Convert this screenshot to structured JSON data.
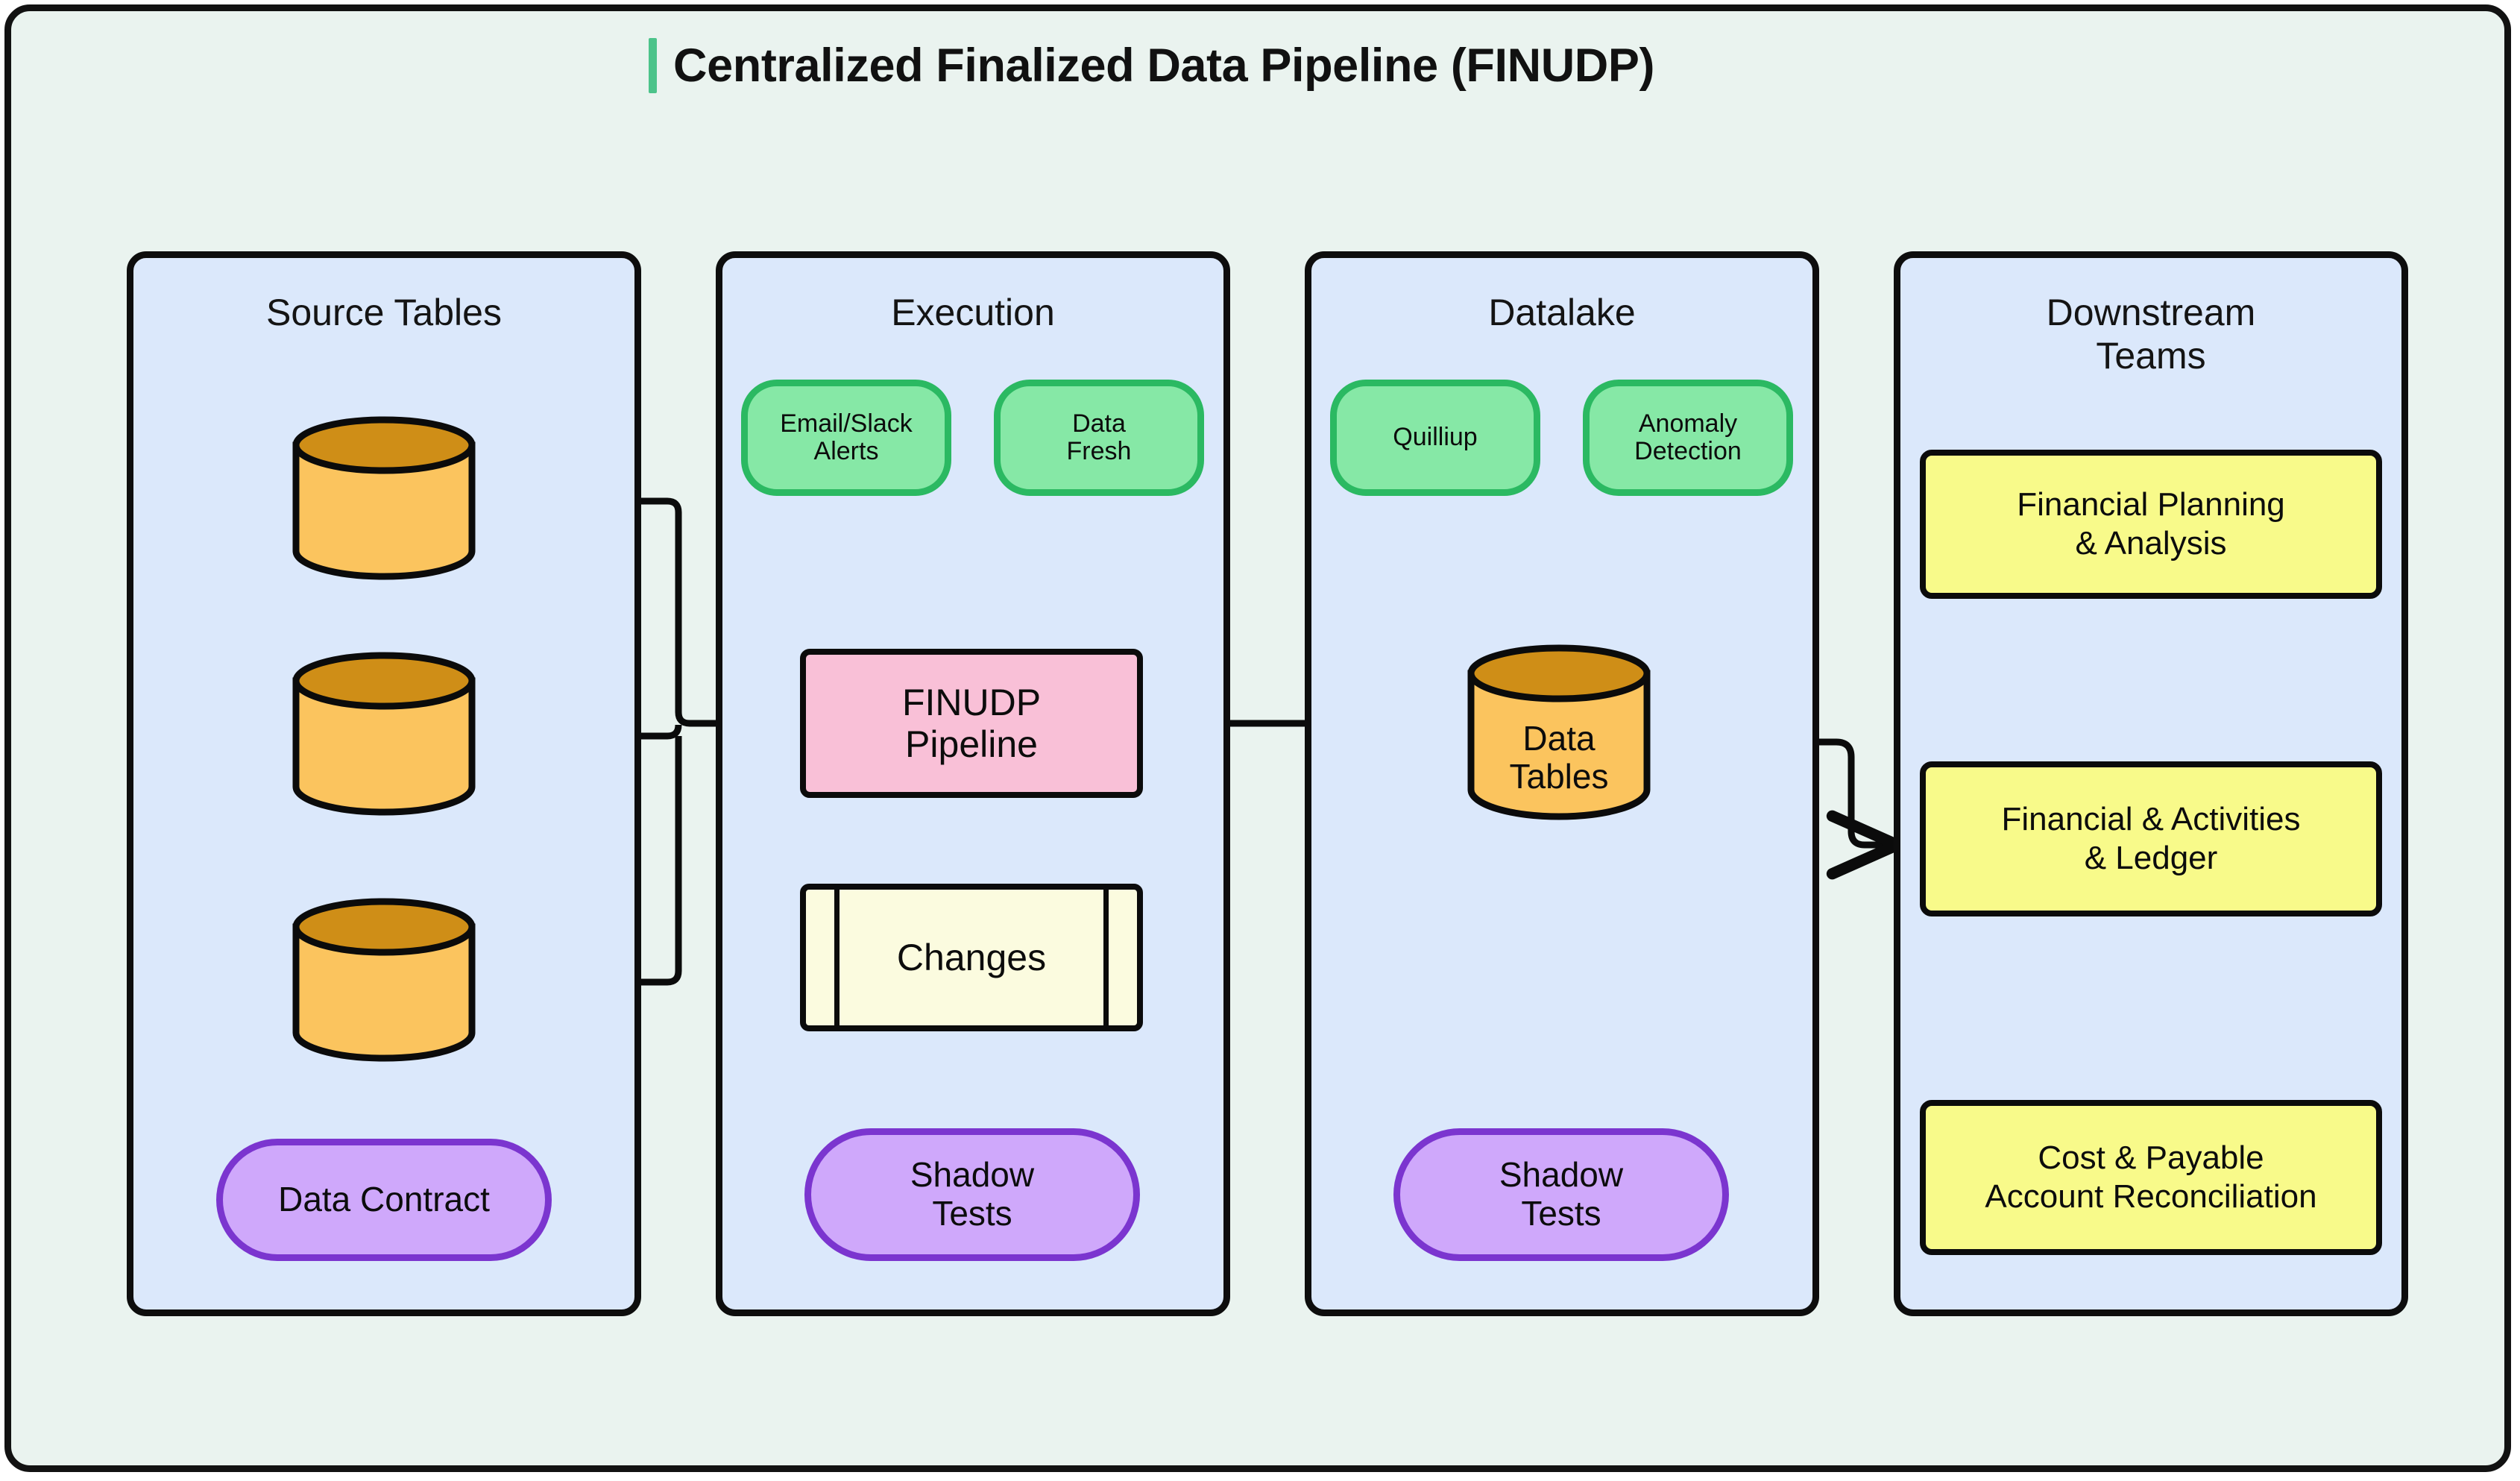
{
  "page": {
    "title": "Centralized Finalized Data Pipeline (FINUDP)",
    "accent_color": "#4cc38a",
    "canvas_background": "#eaf3ef",
    "lane_background": "#dbe8fb"
  },
  "lanes": [
    {
      "id": "source-tables",
      "title": "Source Tables"
    },
    {
      "id": "execution",
      "title": "Execution"
    },
    {
      "id": "datalake",
      "title": "Datalake"
    },
    {
      "id": "downstream-teams",
      "title": "Downstream\nTeams",
      "title_line1": "Downstream",
      "title_line2": "Teams"
    }
  ],
  "source_tables": {
    "databases": [
      {
        "label": ""
      },
      {
        "label": ""
      },
      {
        "label": ""
      }
    ],
    "data_contract": {
      "label": "Data Contract",
      "fill": "#cfa8fb",
      "stroke": "#7b35cf"
    }
  },
  "execution": {
    "monitors": [
      {
        "label": "Email/Slack\nAlerts",
        "line1": "Email/Slack",
        "line2": "Alerts",
        "fill": "#86e8a6",
        "stroke": "#2bb962"
      },
      {
        "label": "Data\nFresh",
        "line1": "Data",
        "line2": "Fresh",
        "fill": "#86e8a6",
        "stroke": "#2bb962"
      }
    ],
    "pipeline": {
      "label": "FINUDP\nPipeline",
      "line1": "FINUDP",
      "line2": "Pipeline",
      "fill": "#f9c0d7"
    },
    "changes": {
      "label": "Changes",
      "fill": "#fbfbdf"
    },
    "shadow_tests": {
      "label": "Shadow\nTests",
      "line1": "Shadow",
      "line2": "Tests",
      "fill": "#cfa8fb",
      "stroke": "#7b35cf"
    }
  },
  "datalake": {
    "monitors": [
      {
        "label": "Quilliup",
        "line1": "Quilliup",
        "line2": "",
        "fill": "#86e8a6",
        "stroke": "#2bb962"
      },
      {
        "label": "Anomaly\nDetection",
        "line1": "Anomaly",
        "line2": "Detection",
        "fill": "#86e8a6",
        "stroke": "#2bb962"
      }
    ],
    "data_tables": {
      "label": "Data\nTables",
      "line1": "Data",
      "line2": "Tables",
      "fill_body": "#fbc45e",
      "fill_top": "#cf8e17"
    },
    "shadow_tests": {
      "label": "Shadow\nTests",
      "line1": "Shadow",
      "line2": "Tests",
      "fill": "#cfa8fb",
      "stroke": "#7b35cf"
    }
  },
  "downstream_teams": {
    "cards": [
      {
        "label": "Financial Planning\n& Analysis",
        "line1": "Financial Planning",
        "line2": "& Analysis",
        "fill": "#f8fa8a"
      },
      {
        "label": "Financial & Activities\n& Ledger",
        "line1": "Financial & Activities",
        "line2": "& Ledger",
        "fill": "#f8fa8a"
      },
      {
        "label": "Cost & Payable\nAccount Reconciliation",
        "line1": "Cost & Payable",
        "line2": "Account Reconciliation",
        "fill": "#f8fa8a"
      }
    ]
  },
  "edges": [
    {
      "from": "data-contract",
      "to": "source-db-1",
      "arrow": true
    },
    {
      "from": "data-contract",
      "to": "source-db-2",
      "arrow": true
    },
    {
      "from": "data-contract",
      "to": "source-db-3",
      "arrow": true
    },
    {
      "from": "source-db-1",
      "to": "finudp-pipeline",
      "arrow": true
    },
    {
      "from": "source-db-2",
      "to": "finudp-pipeline",
      "arrow": true
    },
    {
      "from": "source-db-3",
      "to": "finudp-pipeline",
      "arrow": true
    },
    {
      "from": "email-slack-alerts",
      "to": "finudp-pipeline",
      "arrow": true
    },
    {
      "from": "data-fresh",
      "to": "finudp-pipeline",
      "arrow": true
    },
    {
      "from": "execution-shadow-tests",
      "to": "changes",
      "arrow": true
    },
    {
      "from": "changes",
      "to": "finudp-pipeline",
      "arrow": true
    },
    {
      "from": "finudp-pipeline",
      "to": "data-tables",
      "arrow": true
    },
    {
      "from": "quilliup",
      "to": "data-tables",
      "arrow": true
    },
    {
      "from": "anomaly-detection",
      "to": "data-tables",
      "arrow": true
    },
    {
      "from": "datalake-shadow-tests",
      "to": "data-tables",
      "arrow": true
    },
    {
      "from": "data-tables",
      "to": "financial-activities-ledger",
      "arrow": true
    }
  ]
}
